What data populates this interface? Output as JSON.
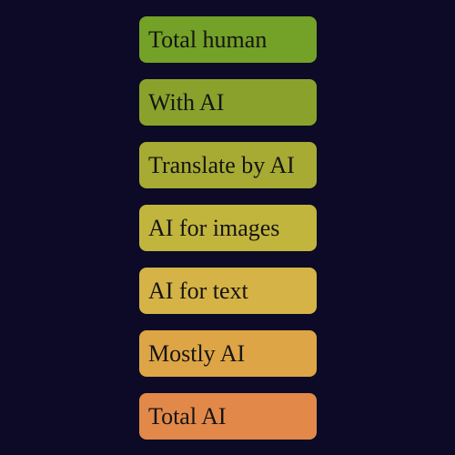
{
  "options": [
    {
      "label": "Total human",
      "color": "#74a127"
    },
    {
      "label": "With AI",
      "color": "#8aa22c"
    },
    {
      "label": "Translate by AI",
      "color": "#a7ab33"
    },
    {
      "label": "AI for images",
      "color": "#c2b53e"
    },
    {
      "label": "AI for text",
      "color": "#d5b347"
    },
    {
      "label": "Mostly AI",
      "color": "#dea546"
    },
    {
      "label": "Total AI",
      "color": "#e2894a"
    }
  ]
}
